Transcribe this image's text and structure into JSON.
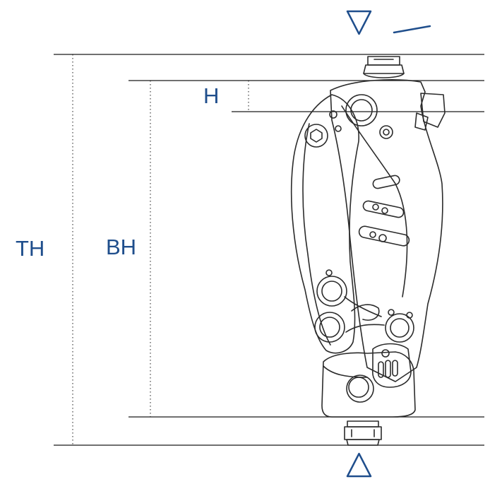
{
  "labels": {
    "total_height": "TH",
    "build_height": "BH",
    "height": "H"
  },
  "colors": {
    "accent": "#1f4e8c",
    "line": "#1a1a1a",
    "drawing": "#2b2b2b"
  },
  "icons": {
    "top_marker": "triangle-down-icon",
    "bottom_marker": "triangle-up-icon",
    "angle_marker": "slanted-line-icon"
  }
}
